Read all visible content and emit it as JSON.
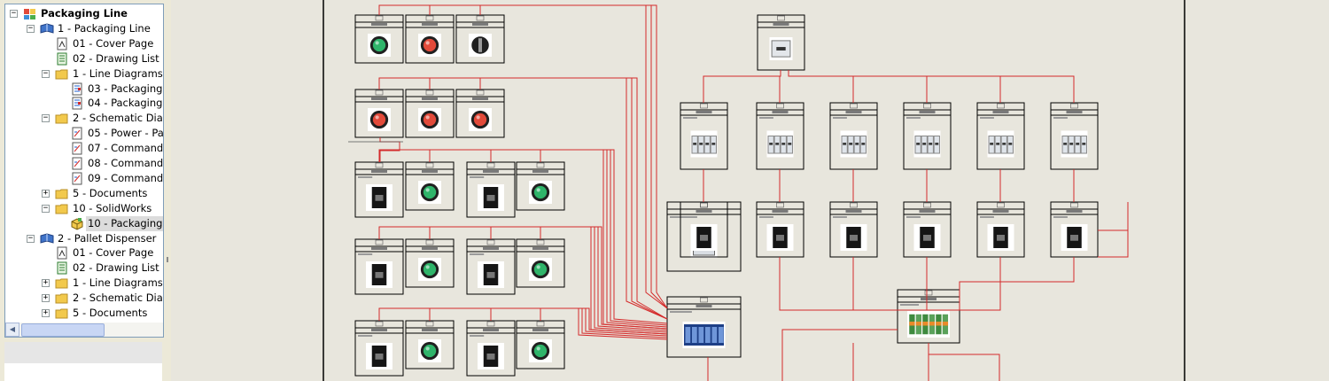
{
  "tree": {
    "items": [
      {
        "label": "Packaging Line",
        "level": 0,
        "icon": "project-icon",
        "expander": "−",
        "root": true
      },
      {
        "label": "1 - Packaging Line",
        "level": 1,
        "icon": "book-icon",
        "expander": "−"
      },
      {
        "label": "01 - Cover Page",
        "level": 2,
        "icon": "cover-page-icon"
      },
      {
        "label": "02 - Drawing List",
        "level": 2,
        "icon": "drawing-list-icon"
      },
      {
        "label": "1 - Line Diagrams",
        "level": 2,
        "icon": "folder-icon",
        "expander": "−"
      },
      {
        "label": "03 - Packaging",
        "level": 3,
        "icon": "line-diagram-icon"
      },
      {
        "label": "04 - Packaging",
        "level": 3,
        "icon": "line-diagram-icon"
      },
      {
        "label": "2 - Schematic Diag",
        "level": 2,
        "icon": "folder-icon",
        "expander": "−"
      },
      {
        "label": "05 - Power - Pa",
        "level": 3,
        "icon": "schematic-icon"
      },
      {
        "label": "07 - Command",
        "level": 3,
        "icon": "schematic-icon"
      },
      {
        "label": "08 - Command",
        "level": 3,
        "icon": "schematic-icon"
      },
      {
        "label": "09 - Command",
        "level": 3,
        "icon": "schematic-icon"
      },
      {
        "label": "5 - Documents",
        "level": 2,
        "icon": "folder-icon",
        "expander": "+"
      },
      {
        "label": "10 - SolidWorks",
        "level": 2,
        "icon": "folder-icon",
        "expander": "−"
      },
      {
        "label": "10 - Packaging",
        "level": 3,
        "icon": "solidworks-assembly-icon",
        "selected": true
      },
      {
        "label": "2 - Pallet Dispenser",
        "level": 1,
        "icon": "book-icon",
        "expander": "−"
      },
      {
        "label": "01 - Cover Page",
        "level": 2,
        "icon": "cover-page-icon"
      },
      {
        "label": "02 - Drawing List",
        "level": 2,
        "icon": "drawing-list-icon"
      },
      {
        "label": "1 - Line Diagrams",
        "level": 2,
        "icon": "folder-icon",
        "expander": "+"
      },
      {
        "label": "2 - Schematic Diag",
        "level": 2,
        "icon": "folder-icon",
        "expander": "+"
      },
      {
        "label": "5 - Documents",
        "level": 2,
        "icon": "folder-icon",
        "expander": "+"
      }
    ]
  },
  "scrollbar": {
    "left_arrow": "◀"
  },
  "colors": {
    "wire": "#d42a2a",
    "border": "#000000",
    "sheet": "#e8e6dd",
    "selection": "#dcdcdc",
    "folder": "#f2c94c"
  },
  "drawing": {
    "symbols": [
      {
        "kind": "pushbutton-green"
      },
      {
        "kind": "pushbutton-red-mushroom"
      },
      {
        "kind": "selector-switch"
      },
      {
        "kind": "pushbutton-red"
      },
      {
        "kind": "pushbutton-red"
      },
      {
        "kind": "pushbutton-red"
      },
      {
        "kind": "contactor"
      },
      {
        "kind": "pushbutton-green"
      },
      {
        "kind": "contactor"
      },
      {
        "kind": "pushbutton-green"
      },
      {
        "kind": "contactor"
      },
      {
        "kind": "pushbutton-green"
      },
      {
        "kind": "contactor"
      },
      {
        "kind": "pushbutton-green"
      },
      {
        "kind": "contactor"
      },
      {
        "kind": "pushbutton-green"
      },
      {
        "kind": "contactor"
      },
      {
        "kind": "pushbutton-green"
      },
      {
        "kind": "main-breaker"
      },
      {
        "kind": "breaker"
      },
      {
        "kind": "breaker"
      },
      {
        "kind": "breaker"
      },
      {
        "kind": "breaker"
      },
      {
        "kind": "breaker"
      },
      {
        "kind": "breaker"
      },
      {
        "kind": "power-supply"
      },
      {
        "kind": "contactor"
      },
      {
        "kind": "contactor"
      },
      {
        "kind": "contactor"
      },
      {
        "kind": "contactor"
      },
      {
        "kind": "contactor"
      },
      {
        "kind": "contactor"
      },
      {
        "kind": "plc"
      },
      {
        "kind": "io-module"
      }
    ]
  }
}
